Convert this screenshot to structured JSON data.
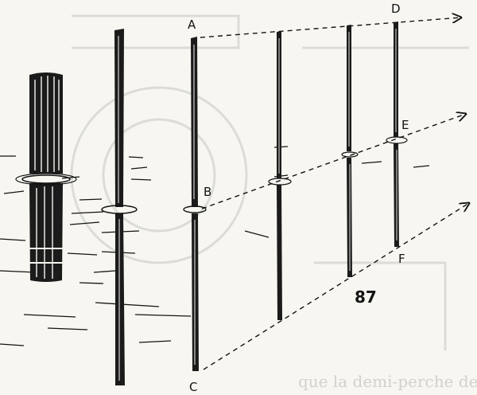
{
  "figure": {
    "number": "87",
    "labels": {
      "A": "A",
      "B": "B",
      "C": "C",
      "D": "D",
      "E": "E",
      "F": "F"
    },
    "ink_color": "#141414",
    "paper_color": "#f7f6f1",
    "ghost_color": "#dcdcd6"
  },
  "bleed_text": "que la demi-perche de"
}
